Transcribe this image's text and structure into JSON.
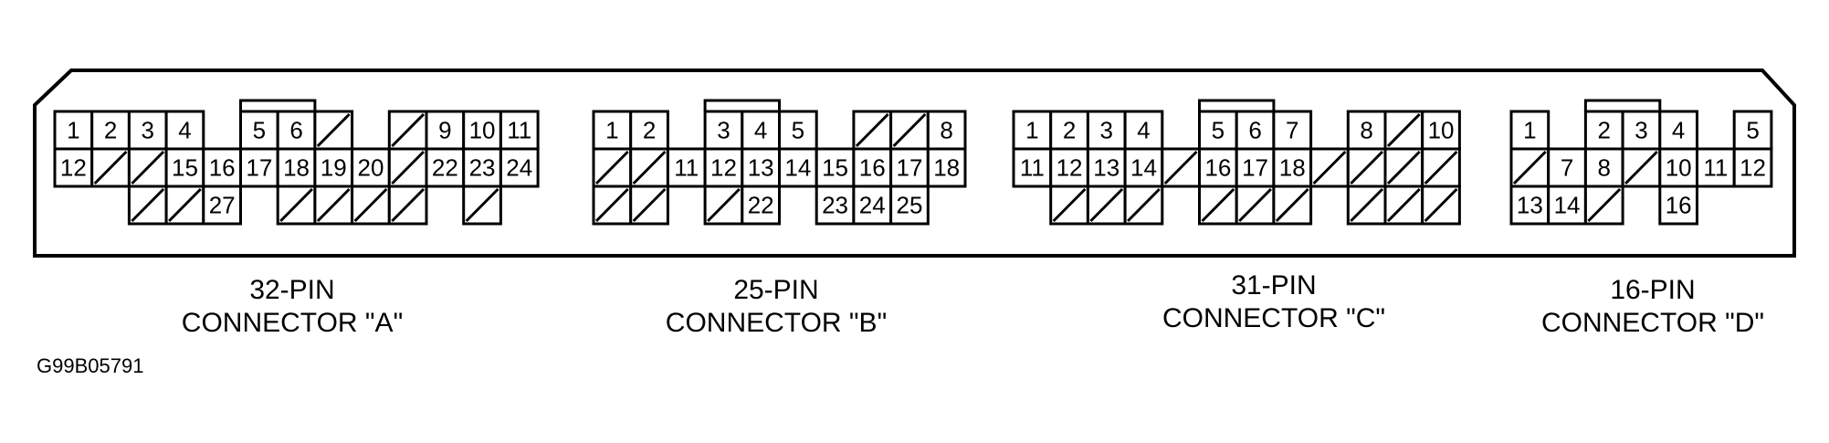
{
  "connectors": [
    {
      "id": "A",
      "pin_count_label": "32-PIN",
      "name_label": "CONNECTOR \"A\"",
      "rows": [
        [
          "1",
          "2",
          "3",
          "4",
          null,
          "5",
          "6",
          "/",
          null,
          "/",
          "9",
          "10",
          "11"
        ],
        [
          "12",
          "/",
          "/",
          "15",
          "16",
          "17",
          "18",
          "19",
          "20",
          "/",
          "22",
          "23",
          "24"
        ],
        [
          null,
          null,
          "/",
          "/",
          "27",
          null,
          "/",
          "/",
          "/",
          "/",
          null,
          "/",
          null
        ]
      ]
    },
    {
      "id": "B",
      "pin_count_label": "25-PIN",
      "name_label": "CONNECTOR \"B\"",
      "rows": [
        [
          "1",
          "2",
          null,
          "3",
          "4",
          "5",
          null,
          "/",
          "/",
          "8"
        ],
        [
          "/",
          "/",
          "11",
          "12",
          "13",
          "14",
          "15",
          "16",
          "17",
          "18"
        ],
        [
          "/",
          "/",
          null,
          "/",
          "22",
          null,
          "23",
          "24",
          "25",
          null
        ]
      ]
    },
    {
      "id": "C",
      "pin_count_label": "31-PIN",
      "name_label": "CONNECTOR \"C\"",
      "rows": [
        [
          "1",
          "2",
          "3",
          "4",
          null,
          "5",
          "6",
          "7",
          null,
          "8",
          "/",
          "10"
        ],
        [
          "11",
          "12",
          "13",
          "14",
          "/",
          "16",
          "17",
          "18",
          "/",
          "/",
          "/",
          "/"
        ],
        [
          null,
          "/",
          "/",
          "/",
          null,
          "/",
          "/",
          "/",
          null,
          "/",
          "/",
          "/"
        ]
      ]
    },
    {
      "id": "D",
      "pin_count_label": "16-PIN",
      "name_label": "CONNECTOR \"D\"",
      "rows": [
        [
          "1",
          null,
          "2",
          "3",
          "4",
          null,
          "5"
        ],
        [
          "/",
          "7",
          "8",
          "/",
          "10",
          "11",
          "12"
        ],
        [
          "13",
          "14",
          "/",
          null,
          "16",
          null,
          null
        ]
      ]
    }
  ],
  "reference_code": "G99B05791"
}
